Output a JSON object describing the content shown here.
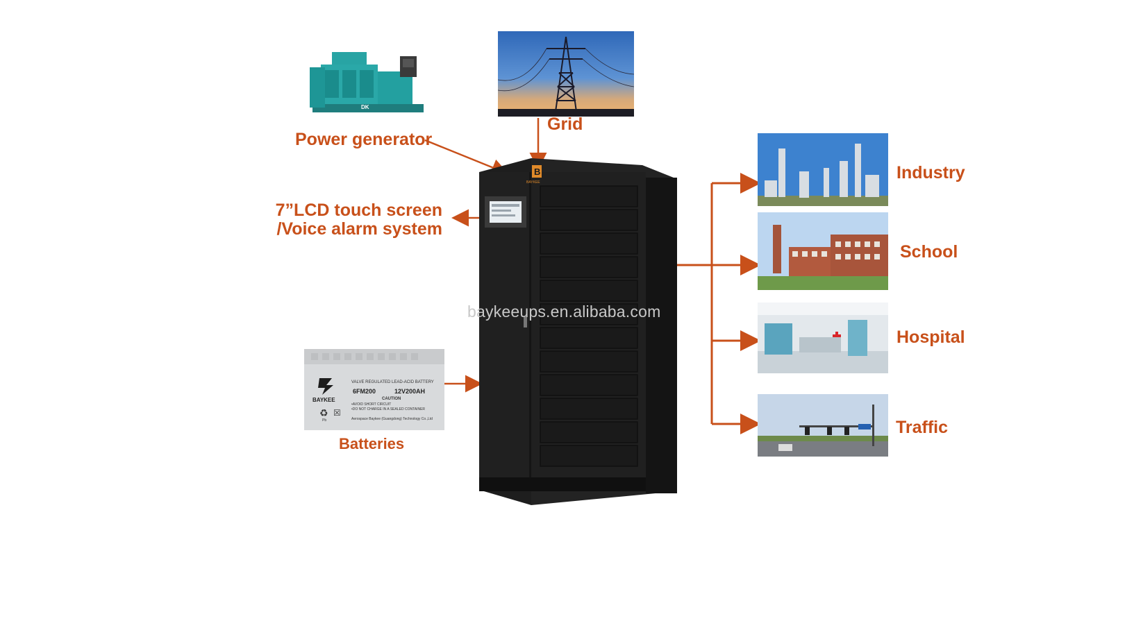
{
  "labels": {
    "power_generator": "Power generator",
    "grid": "Grid",
    "lcd_line1": "7”LCD touch screen",
    "lcd_line2": "/Voice alarm system",
    "batteries": "Batteries",
    "industry": "Industry",
    "school": "School",
    "hospital": "Hospital",
    "traffic": "Traffic"
  },
  "watermark": "baykeeups.en.alibaba.com",
  "generator_brand": "DK",
  "cabinet_brand": "BAYKEE",
  "battery": {
    "type_line": "VALVE REGULATED LEAD-ACID BATTERY",
    "model": "6FM200",
    "rating": "12V200AH",
    "brand": "BAYKEE",
    "caution_title": "CAUTION",
    "caution_1": "•AVOID SHORT CIRCUIT",
    "caution_2": "•DO NOT CHARGE IN A SEALED CONTAINER",
    "manufacturer": "Aerospace Baykee (Guangdong) Technology Co.,Ltd",
    "pb_label": "Pb"
  },
  "colors": {
    "accent": "#c8501a",
    "cabinet": "#1c1c1c",
    "sky_blue": "#3f7fc4"
  }
}
